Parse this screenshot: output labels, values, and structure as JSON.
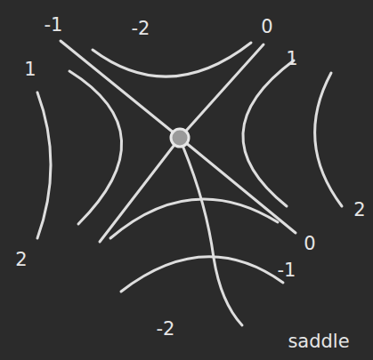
{
  "diagram": {
    "labels": [
      "-1",
      "-2",
      "0",
      "1",
      "1",
      "2",
      "2",
      "0",
      "-1",
      "-2",
      "saddle"
    ]
  }
}
